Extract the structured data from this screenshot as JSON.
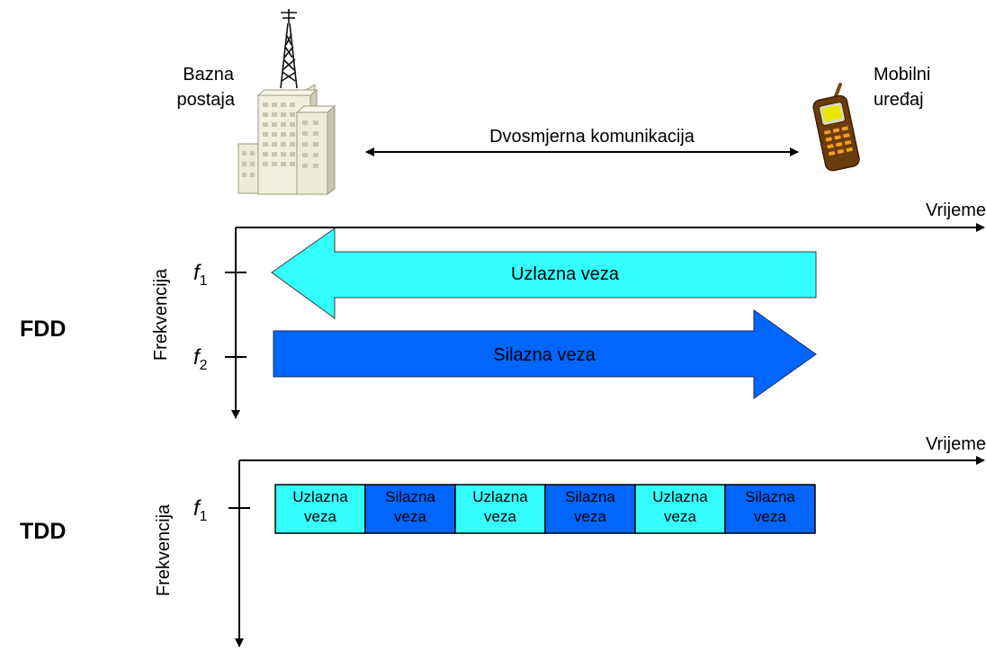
{
  "base_station": {
    "line1": "Bazna",
    "line2": "postaja",
    "icon": "building-with-antenna-icon"
  },
  "mobile": {
    "line1": "Mobilni",
    "line2": "uređaj",
    "icon": "mobile-phone-icon"
  },
  "link_label": "Dvosmjerna komunikacija",
  "fdd": {
    "label": "FDD",
    "axis_x_label": "Vrijeme",
    "axis_y_label": "Frekvencija",
    "f1": {
      "base": "f",
      "sub": "1"
    },
    "f2": {
      "base": "f",
      "sub": "2"
    },
    "uplink_label": "Uzlazna veza",
    "downlink_label": "Silazna veza"
  },
  "tdd": {
    "label": "TDD",
    "axis_x_label": "Vrijeme",
    "axis_y_label": "Frekvencija",
    "f1": {
      "base": "f",
      "sub": "1"
    },
    "slots": [
      {
        "line1": "Uzlazna",
        "line2": "veza",
        "kind": "uplink"
      },
      {
        "line1": "Silazna",
        "line2": "veza",
        "kind": "downlink"
      },
      {
        "line1": "Uzlazna",
        "line2": "veza",
        "kind": "uplink"
      },
      {
        "line1": "Silazna",
        "line2": "veza",
        "kind": "downlink"
      },
      {
        "line1": "Uzlazna",
        "line2": "veza",
        "kind": "uplink"
      },
      {
        "line1": "Silazna",
        "line2": "veza",
        "kind": "downlink"
      }
    ]
  },
  "colors": {
    "uplink": "#33ffff",
    "downlink": "#0066ff"
  }
}
